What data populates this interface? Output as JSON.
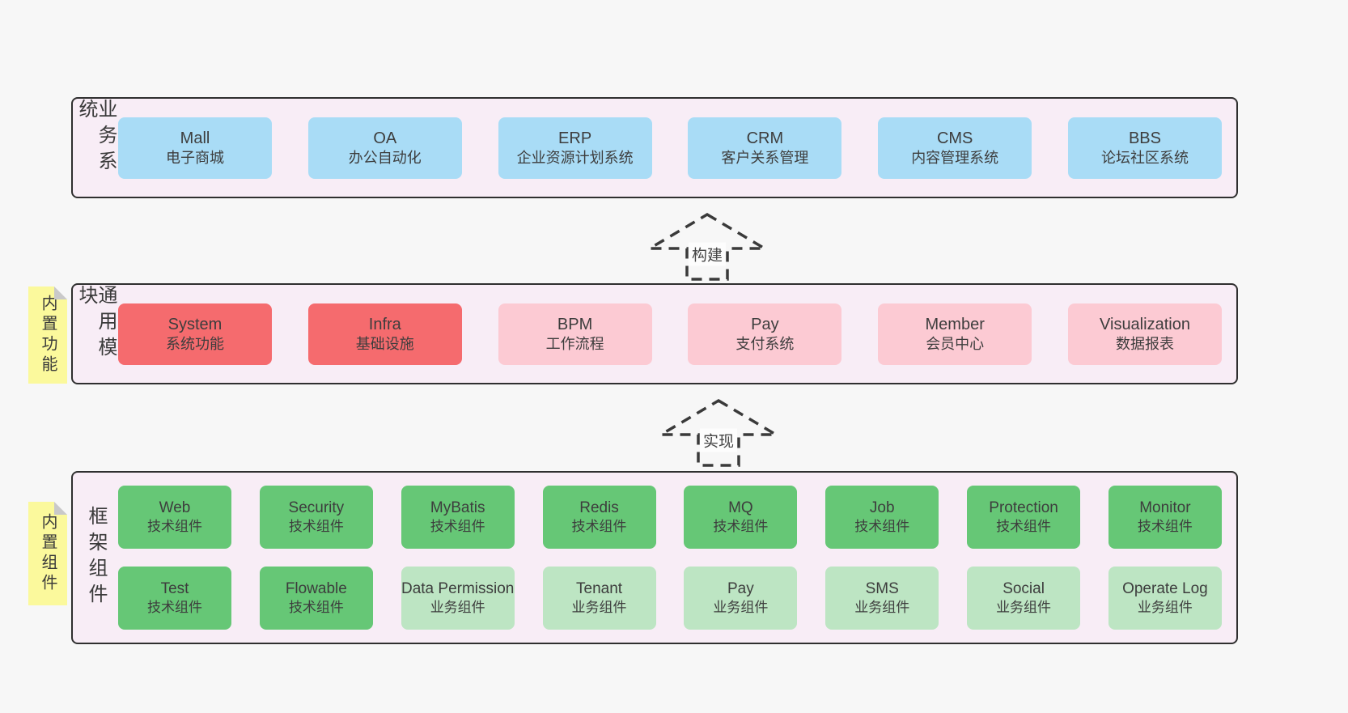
{
  "colors": {
    "page_bg": "#f7f7f7",
    "band_bg": "#f8edf6",
    "band_border": "#2f2f2f",
    "blue": "#a9dcf6",
    "red": "#f56b6e",
    "pink": "#fccad3",
    "green": "#66c776",
    "green_light": "#bde5c3",
    "note_yellow": "#fbf99c",
    "fold_gray": "#c9c9c9",
    "text": "#3d3d3d",
    "arrow": "#3a3a3a",
    "label_bg": "#fdfdfd"
  },
  "bands": [
    {
      "label": "业务系统",
      "rows": [
        [
          {
            "title": "Mall",
            "subtitle": "电子商城"
          },
          {
            "title": "OA",
            "subtitle": "办公自动化"
          },
          {
            "title": "ERP",
            "subtitle": "企业资源计划系统"
          },
          {
            "title": "CRM",
            "subtitle": "客户关系管理"
          },
          {
            "title": "CMS",
            "subtitle": "内容管理系统"
          },
          {
            "title": "BBS",
            "subtitle": "论坛社区系统"
          }
        ]
      ]
    },
    {
      "label": "通用模块",
      "note": "内置功能",
      "rows": [
        [
          {
            "title": "System",
            "subtitle": "系统功能"
          },
          {
            "title": "Infra",
            "subtitle": "基础设施"
          },
          {
            "title": "BPM",
            "subtitle": "工作流程"
          },
          {
            "title": "Pay",
            "subtitle": "支付系统"
          },
          {
            "title": "Member",
            "subtitle": "会员中心"
          },
          {
            "title": "Visualization",
            "subtitle": "数据报表"
          }
        ]
      ]
    },
    {
      "label": "框架组件",
      "note": "内置组件",
      "rows": [
        [
          {
            "title": "Web",
            "subtitle": "技术组件"
          },
          {
            "title": "Security",
            "subtitle": "技术组件"
          },
          {
            "title": "MyBatis",
            "subtitle": "技术组件"
          },
          {
            "title": "Redis",
            "subtitle": "技术组件"
          },
          {
            "title": "MQ",
            "subtitle": "技术组件"
          },
          {
            "title": "Job",
            "subtitle": "技术组件"
          },
          {
            "title": "Protection",
            "subtitle": "技术组件"
          },
          {
            "title": "Monitor",
            "subtitle": "技术组件"
          }
        ],
        [
          {
            "title": "Test",
            "subtitle": "技术组件"
          },
          {
            "title": "Flowable",
            "subtitle": "技术组件"
          },
          {
            "title": "Data Permission",
            "subtitle": "业务组件"
          },
          {
            "title": "Tenant",
            "subtitle": "业务组件"
          },
          {
            "title": "Pay",
            "subtitle": "业务组件"
          },
          {
            "title": "SMS",
            "subtitle": "业务组件"
          },
          {
            "title": "Social",
            "subtitle": "业务组件"
          },
          {
            "title": "Operate Log",
            "subtitle": "业务组件"
          }
        ]
      ]
    }
  ],
  "arrows": [
    {
      "label": "构建"
    },
    {
      "label": "实现"
    }
  ]
}
